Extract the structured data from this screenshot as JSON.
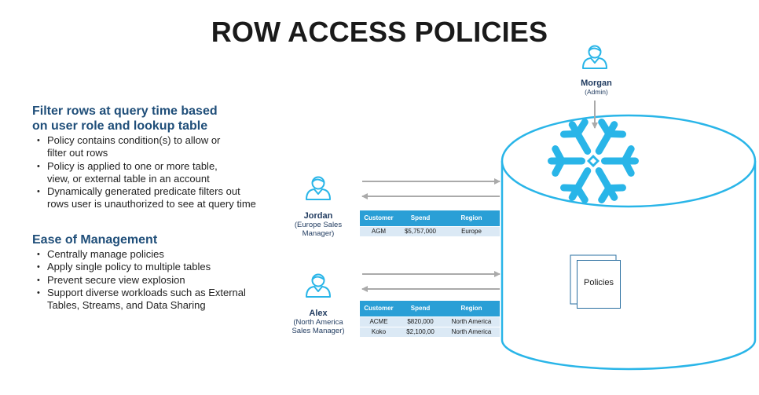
{
  "title": "ROW ACCESS POLICIES",
  "section1": {
    "heading": [
      "Filter rows at query time based",
      "on user role and lookup table"
    ],
    "bullets": [
      [
        "Policy contains condition(s) to allow or",
        "filter out rows"
      ],
      [
        "Policy is applied to one or more table,",
        "view, or external table in an account"
      ],
      [
        "Dynamically generated predicate filters out",
        "rows user is unauthorized to see at query time"
      ]
    ]
  },
  "section2": {
    "heading": "Ease of Management",
    "bullets": [
      [
        "Centrally manage policies"
      ],
      [
        "Apply single policy to multiple tables"
      ],
      [
        "Prevent secure view explosion"
      ],
      [
        "Support diverse workloads such as External",
        "Tables, Streams, and Data Sharing"
      ]
    ]
  },
  "users": {
    "admin": {
      "name": "Morgan",
      "role": [
        "(Admin)"
      ]
    },
    "jordan": {
      "name": "Jordan",
      "role": [
        "(Europe Sales",
        "Manager)"
      ]
    },
    "alex": {
      "name": "Alex",
      "role": [
        "(North America",
        "Sales Manager)"
      ]
    }
  },
  "tables": {
    "columns": [
      "Customer",
      "Spend",
      "Region"
    ],
    "jordan_rows": [
      [
        "AGM",
        "$5,757,000",
        "Europe"
      ]
    ],
    "alex_rows": [
      [
        "ACME",
        "$820,000",
        "North America"
      ],
      [
        "Koko",
        "$2,100,00",
        "North America"
      ]
    ]
  },
  "policies_label": "Policies",
  "colors": {
    "accent": "#29b5e8",
    "heading": "#1f4e79",
    "table_header": "#2a9fd6",
    "table_row": "#dbe9f5",
    "arrow": "#aaaaaa"
  },
  "icons": [
    "user-icon",
    "snowflake-logo",
    "document-icon"
  ]
}
